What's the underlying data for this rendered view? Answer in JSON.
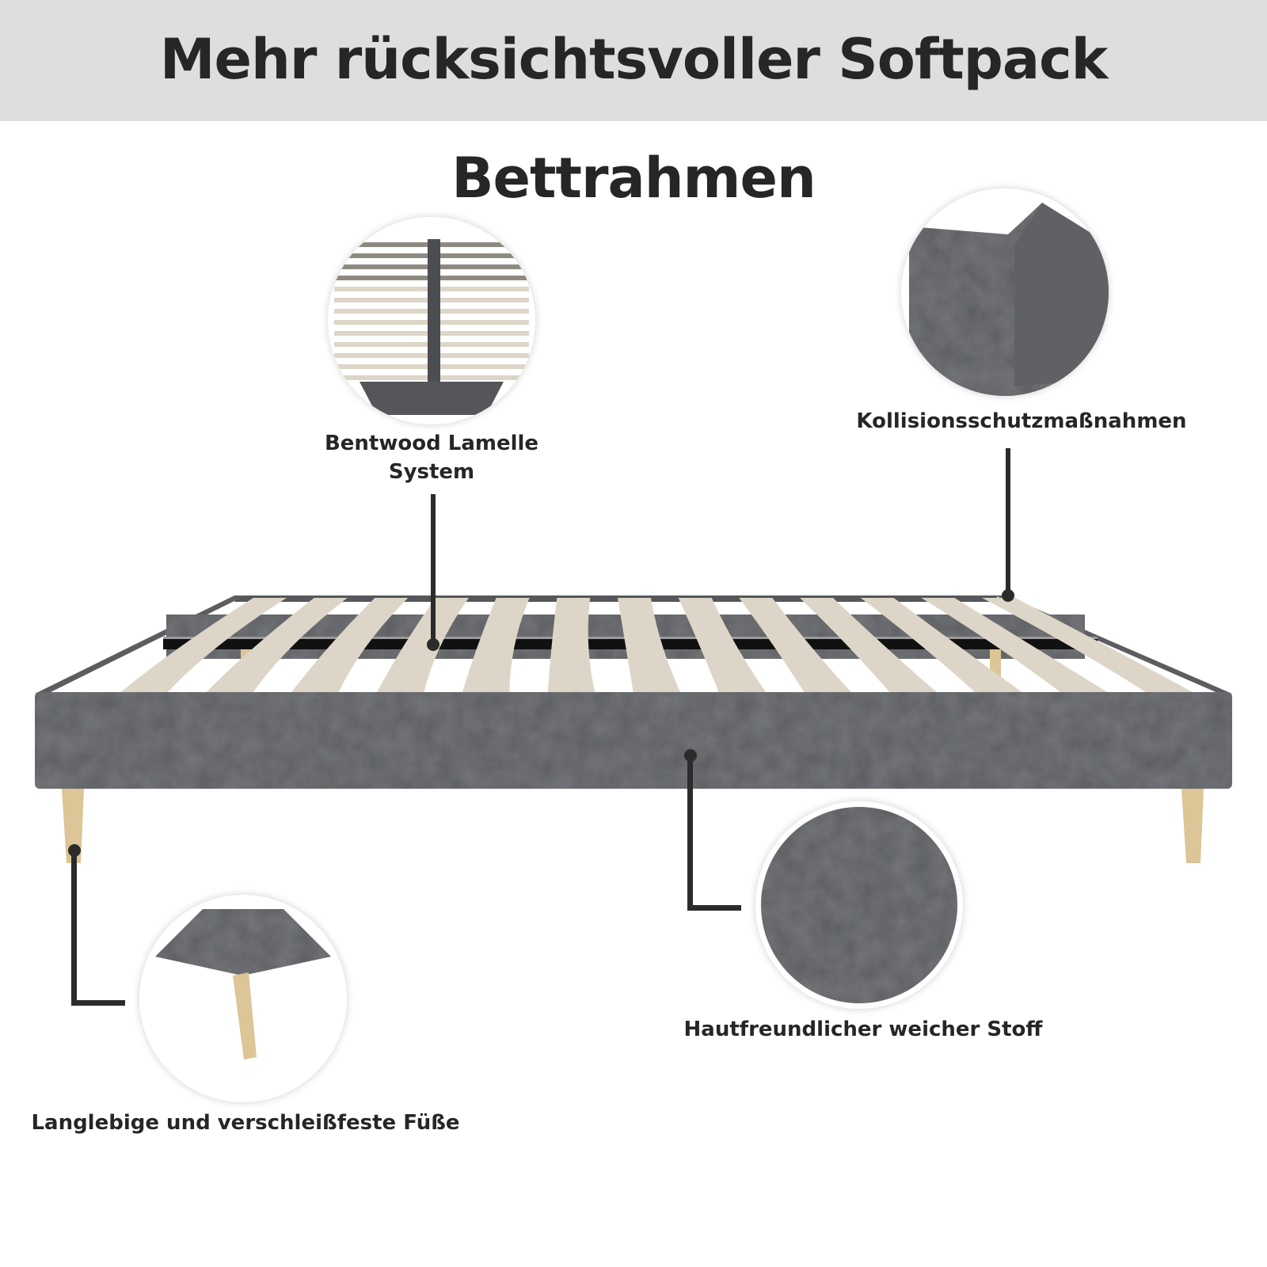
{
  "header": {
    "title": "Mehr rücksichtsvoller Softpack Bettrahmen",
    "background": "#dedede"
  },
  "features": [
    {
      "id": "slats",
      "label_line1": "Bentwood Lamelle",
      "label_line2": "System"
    },
    {
      "id": "corner",
      "label": "Kollisionsschutzmaßnahmen"
    },
    {
      "id": "fabric",
      "label": "Hautfreundlicher weicher Stoff"
    },
    {
      "id": "legs",
      "label": "Langlebige und verschleißfeste Füße"
    }
  ],
  "colors": {
    "fabric": "#5a5b5e",
    "fabric_dark": "#4b4c4f",
    "slat": "#ddd6c8",
    "leg": "#dcc596",
    "callout_line": "#2b2b2b",
    "text": "#262626"
  },
  "product": {
    "slat_count": 13
  }
}
